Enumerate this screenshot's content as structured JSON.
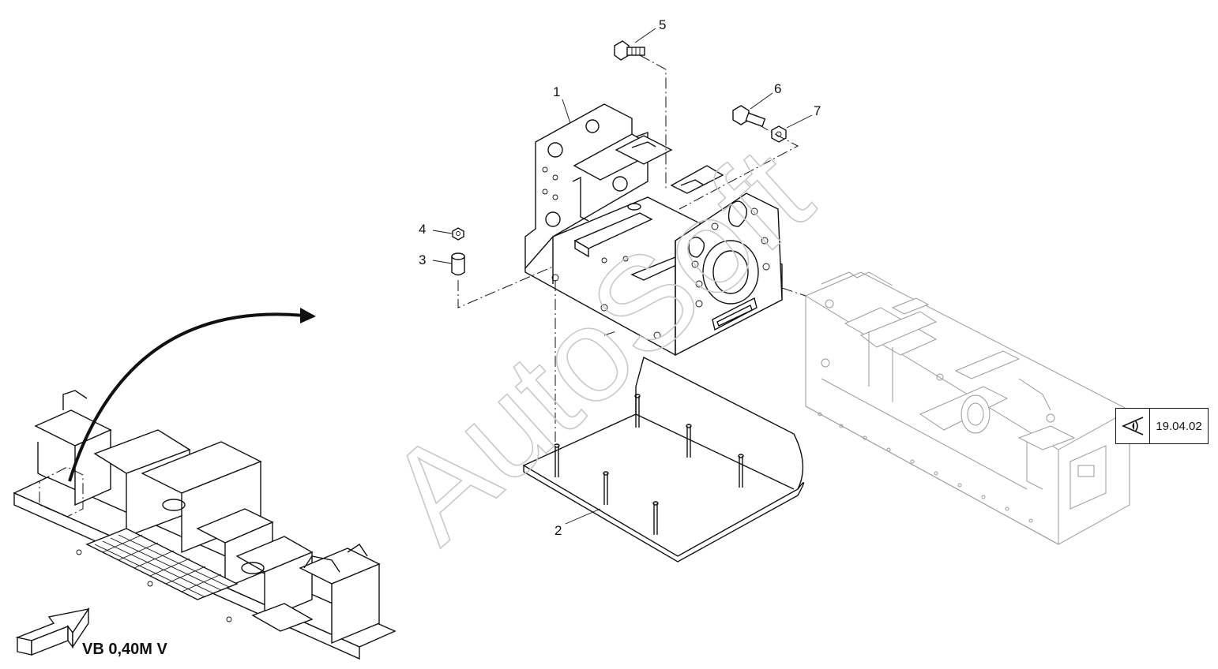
{
  "callouts": {
    "c1": "1",
    "c2": "2",
    "c3": "3",
    "c4": "4",
    "c5": "5",
    "c6": "6",
    "c7": "7"
  },
  "view_reference": {
    "text": "19.04.02",
    "icon": "eye-icon"
  },
  "variant_label": "VB 0,40M V",
  "watermark": "AutoSoft",
  "colors": {
    "line": "#111111",
    "ghost": "#9a9a9a",
    "watermark": "#c8c8c8"
  }
}
